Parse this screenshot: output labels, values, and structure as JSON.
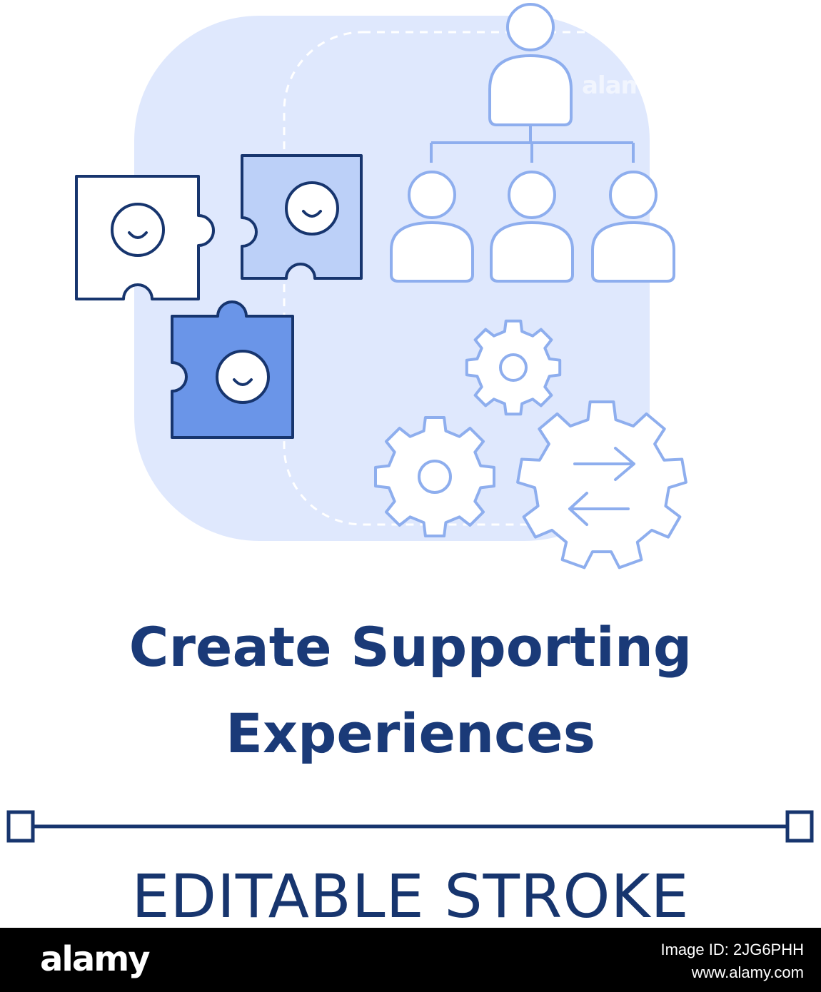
{
  "title": {
    "line1": "Create Supporting",
    "line2": "Experiences"
  },
  "stroke_caption": "EDITABLE STROKE",
  "watermark": "alamy",
  "footer": {
    "logo": "alamy",
    "image_id": "Image ID: 2JG6PHH",
    "url": "www.alamy.com"
  },
  "icons": [
    "puzzle-piece-white-icon",
    "puzzle-piece-light-blue-icon",
    "puzzle-piece-blue-icon",
    "smiley-face-icon",
    "org-chart-icon",
    "person-icon",
    "gear-icon",
    "exchange-arrows-icon"
  ],
  "colors": {
    "background_square": "#dfe8fd",
    "light_stroke": "#8eaeee",
    "dark_stroke": "#17356e",
    "puzzle_light": "#bcd0f8",
    "puzzle_mid": "#6a95e8",
    "title": "#1a3a78",
    "footer": "#000000"
  }
}
